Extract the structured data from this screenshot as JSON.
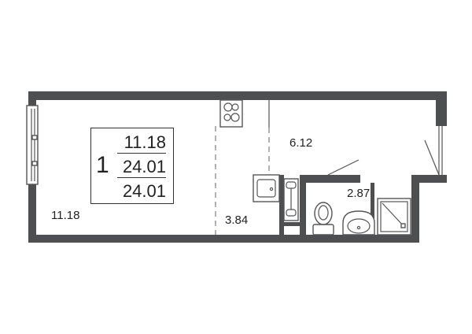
{
  "plan": {
    "rooms": [
      {
        "id": "living-room",
        "area": "11.18"
      },
      {
        "id": "kitchen",
        "area": "3.84"
      },
      {
        "id": "hallway",
        "area": "6.12"
      },
      {
        "id": "bathroom",
        "area": "2.87"
      }
    ],
    "summary": {
      "room_count": "1",
      "living_area": "11.18",
      "total_area": "24.01",
      "total_area_with_balcony": "24.01"
    }
  },
  "colors": {
    "wall": "#4d4f51",
    "line": "#555555",
    "background": "#ffffff"
  }
}
